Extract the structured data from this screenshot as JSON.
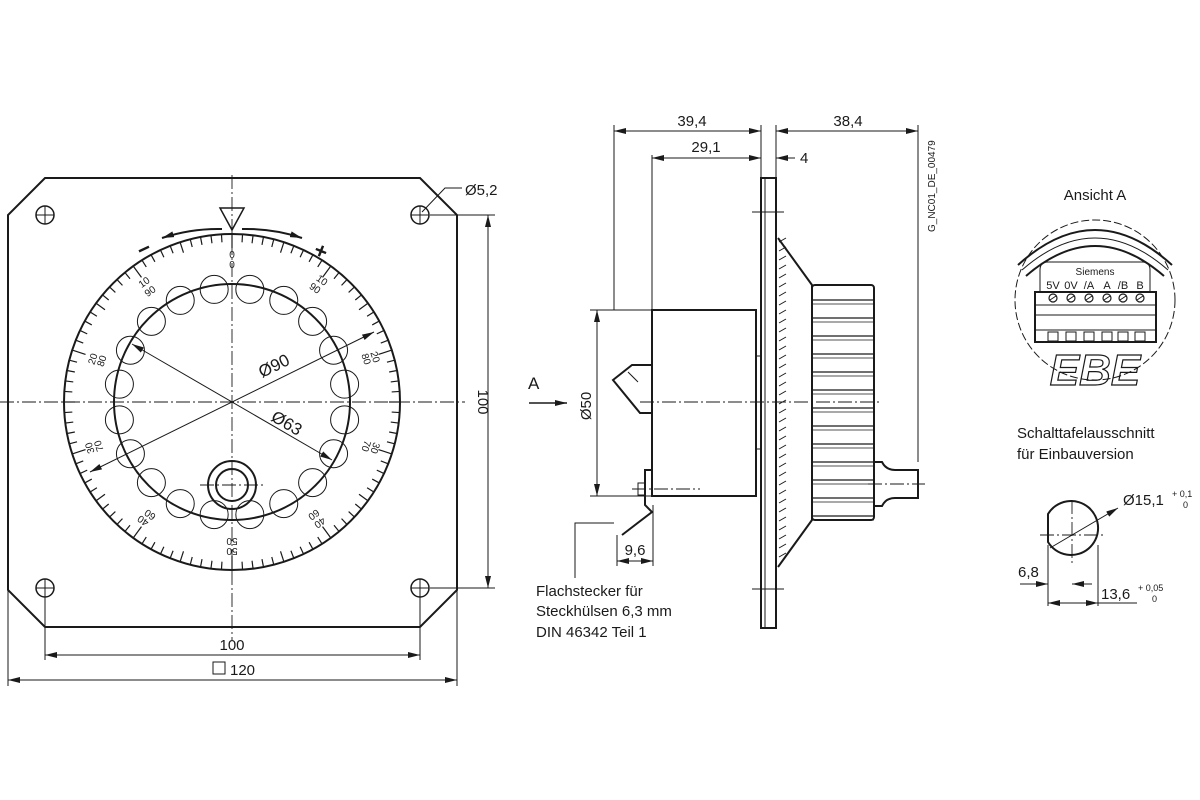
{
  "drawing_id": "G_NC01_DE_00479",
  "front_view": {
    "plate_size": "120",
    "hole_spacing": "100",
    "hole_spacing_vertical": "100",
    "hole_diameter": "Ø5,2",
    "outer_dial_diameter": "Ø90",
    "knob_diameter": "Ø63",
    "minus_sign": "−",
    "plus_sign": "+",
    "scale_labels": [
      {
        "outer": "0",
        "inner": "0"
      },
      {
        "outer": "10",
        "inner": "90"
      },
      {
        "outer": "20",
        "inner": "80"
      },
      {
        "outer": "30",
        "inner": "70"
      },
      {
        "outer": "40",
        "inner": "60"
      },
      {
        "outer": "50",
        "inner": "50"
      },
      {
        "outer": "60",
        "inner": "40"
      },
      {
        "outer": "70",
        "inner": "30"
      },
      {
        "outer": "80",
        "inner": "20"
      },
      {
        "outer": "90",
        "inner": "10"
      }
    ]
  },
  "side_view": {
    "dim_total_rear": "39,4",
    "dim_body": "29,1",
    "dim_plate": "4",
    "dim_front": "38,4",
    "dim_body_diameter": "Ø50",
    "dim_connector": "9,6",
    "view_marker": "A",
    "connector_note": [
      "Flachstecker für",
      "Steckhülsen 6,3 mm",
      "DIN 46342 Teil 1"
    ]
  },
  "view_a": {
    "title": "Ansicht A",
    "brand_label": "Siemens",
    "terminals": [
      "5V",
      "0V",
      "/A",
      "A",
      "/B",
      "B"
    ],
    "logo_text": "EBE"
  },
  "panel_cutout": {
    "title_line1": "Schalttafelausschnitt",
    "title_line2": "für Einbauversion",
    "diameter": "Ø15,1",
    "diameter_tol_upper": "+ 0,1",
    "diameter_tol_lower": "0",
    "half_width": "6,8",
    "flat_width": "13,6",
    "flat_tol_upper": "+ 0,05",
    "flat_tol_lower": "0"
  }
}
